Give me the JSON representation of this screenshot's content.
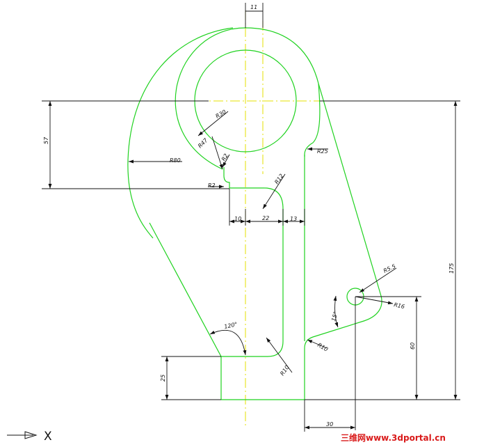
{
  "dimensions": {
    "top_width": "11",
    "height_57": "57",
    "radius_r30": "R30",
    "radius_r47": "R47",
    "radius_r80": "R80",
    "radius_r2_slot": "R2",
    "radius_r2_step": "R2",
    "radius_r12": "R12",
    "radius_r25": "R25",
    "w_10": "10",
    "w_22": "22",
    "w_13": "13",
    "overall_175": "175",
    "radius_r5_5": "R5.5",
    "radius_r16": "R16",
    "angle_15": "15°",
    "height_60": "60",
    "radius_r10_right": "R10",
    "angle_120": "120°",
    "radius_r10_bottom": "R10",
    "height_25": "25",
    "w_30": "30"
  },
  "axis_label": "X",
  "watermark": "三维网www.3dportal.cn"
}
